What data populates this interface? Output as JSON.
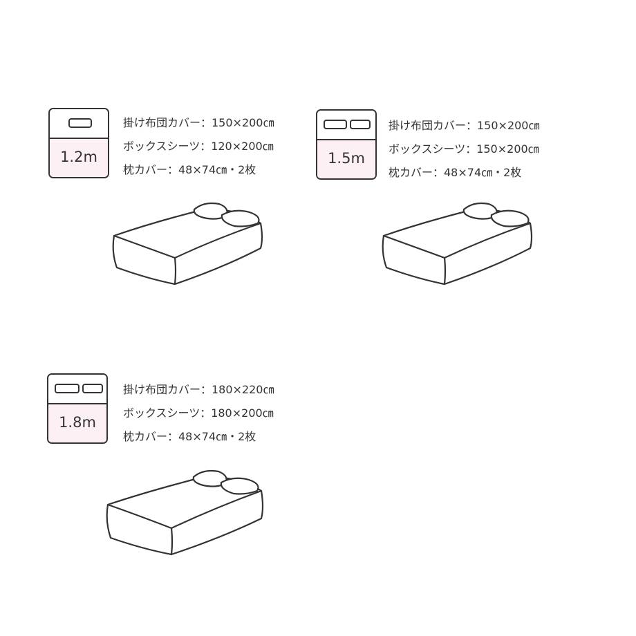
{
  "colors": {
    "line": "#333333",
    "icon_fill": "#fdf0f4",
    "background": "#ffffff"
  },
  "sizes": [
    {
      "label": "1.2m",
      "pillows": 1,
      "specs": [
        "掛け布団カバー：150×200㎝",
        "ボックスシーツ：120×200㎝",
        "枕カバー：48×74㎝・2枚"
      ]
    },
    {
      "label": "1.5m",
      "pillows": 2,
      "specs": [
        "掛け布団カバー：150×200㎝",
        "ボックスシーツ：150×200㎝",
        "枕カバー：48×74㎝・2枚"
      ]
    },
    {
      "label": "1.8m",
      "pillows": 2,
      "specs": [
        "掛け布団カバー：180×220㎝",
        "ボックスシーツ：180×200㎝",
        "枕カバー：48×74㎝・2枚"
      ]
    }
  ]
}
